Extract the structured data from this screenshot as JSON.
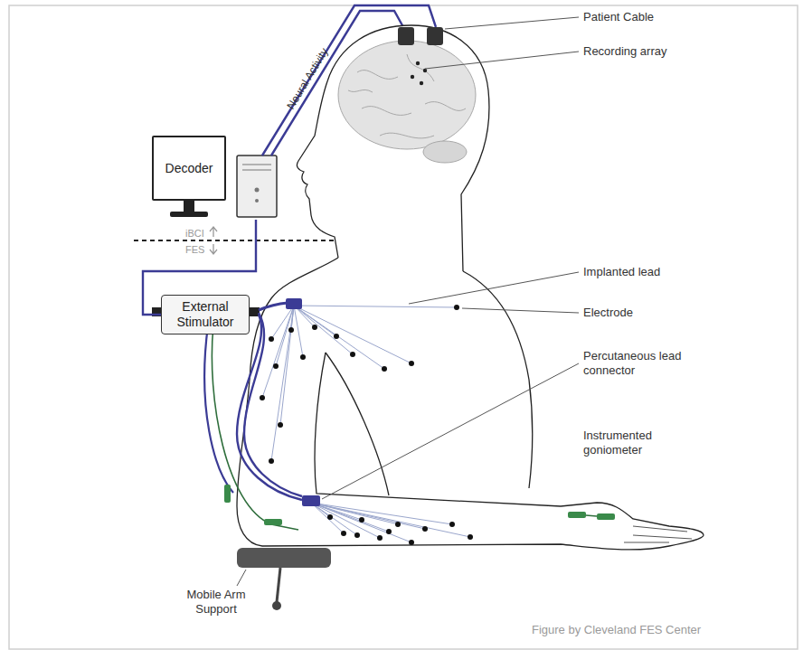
{
  "diagram": {
    "caption": "Figure by Cleveland FES Center",
    "nodes": [
      {
        "text": [
          "Decoder"
        ]
      },
      {
        "text": [
          "External Stimulator"
        ]
      }
    ],
    "edges": [
      {
        "from": 0,
        "to": 1,
        "arrow": "none"
      }
    ],
    "labels": [
      "Patient Cable",
      "Recording array",
      "Neural Activity",
      "iBCI",
      "FES",
      "Implanted lead",
      "Electrode",
      "Percutaneous lead connector",
      "Instrumented goniometer",
      "Mobile Arm Support"
    ]
  }
}
